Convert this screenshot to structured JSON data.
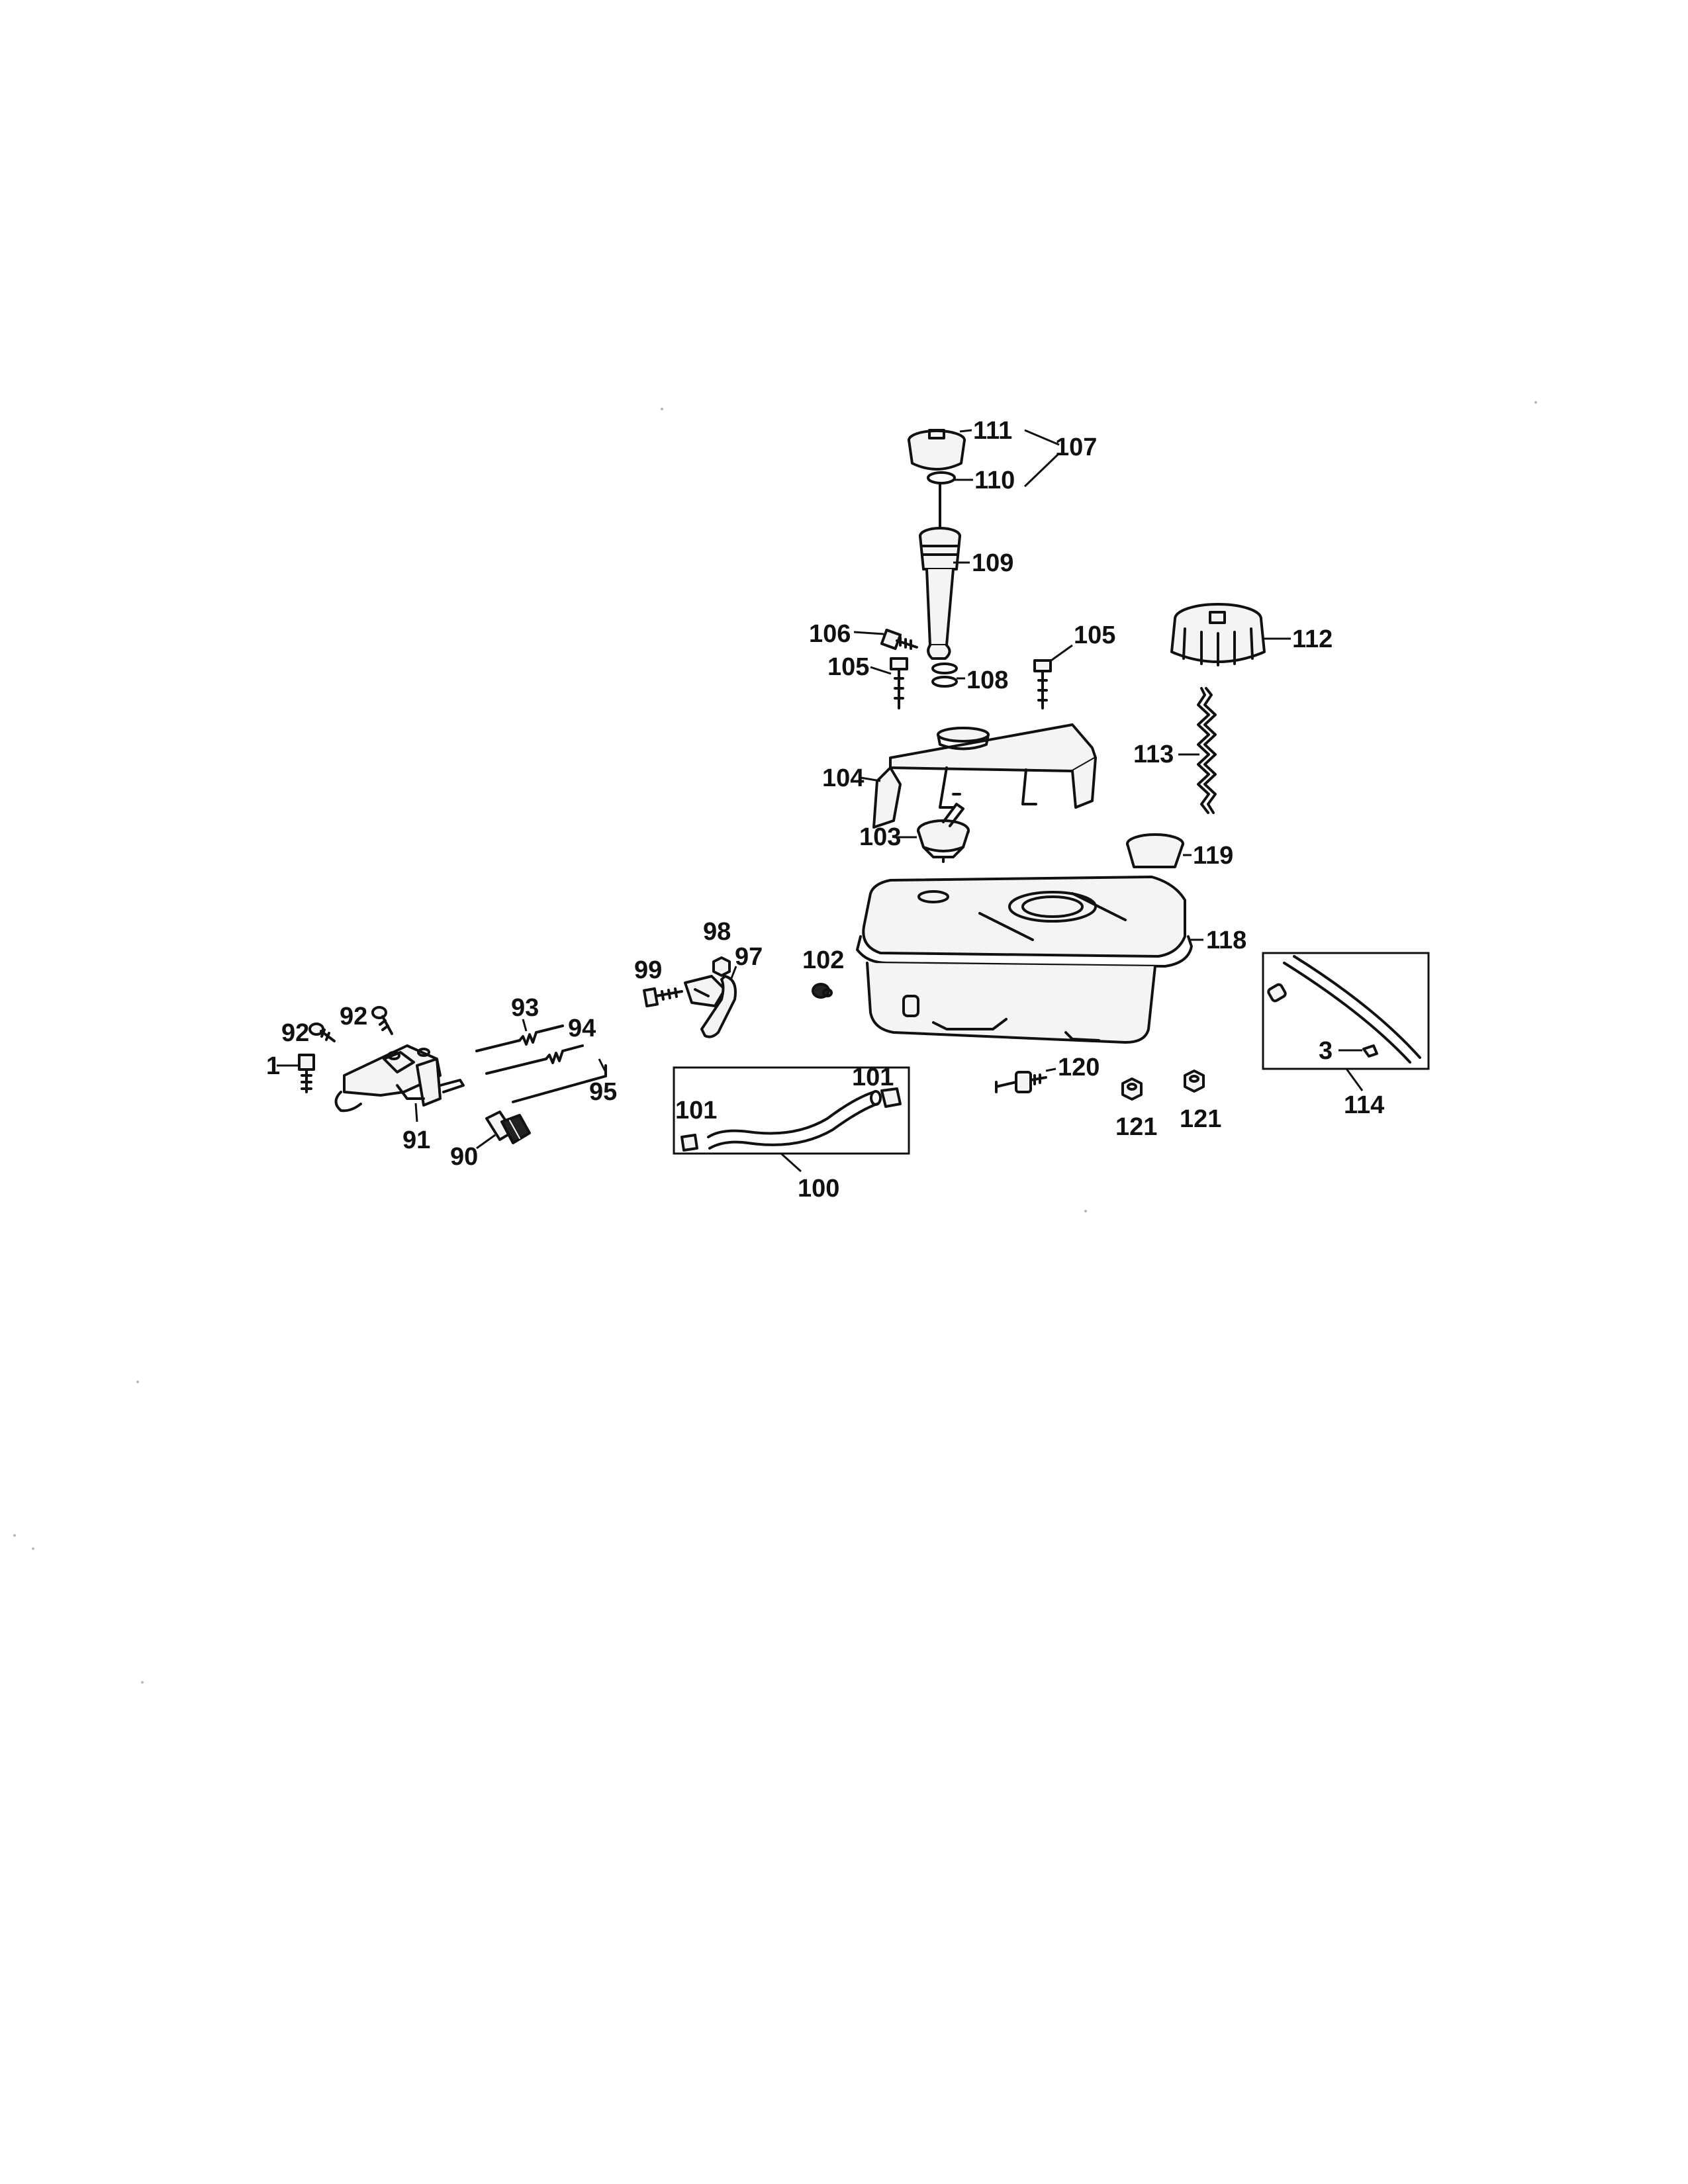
{
  "callouts": {
    "c1": "1",
    "c3": "3",
    "c90": "90",
    "c91": "91",
    "c92a": "92",
    "c92b": "92",
    "c93": "93",
    "c94": "94",
    "c95": "95",
    "c97": "97",
    "c98": "98",
    "c99": "99",
    "c100": "100",
    "c101a": "101",
    "c101b": "101",
    "c102": "102",
    "c103": "103",
    "c104": "104",
    "c105a": "105",
    "c105b": "105",
    "c106": "106",
    "c107": "107",
    "c108": "108",
    "c109": "109",
    "c110": "110",
    "c111": "111",
    "c112": "112",
    "c113": "113",
    "c114": "114",
    "c118": "118",
    "c119": "119",
    "c120": "120",
    "c121a": "121",
    "c121b": "121"
  }
}
